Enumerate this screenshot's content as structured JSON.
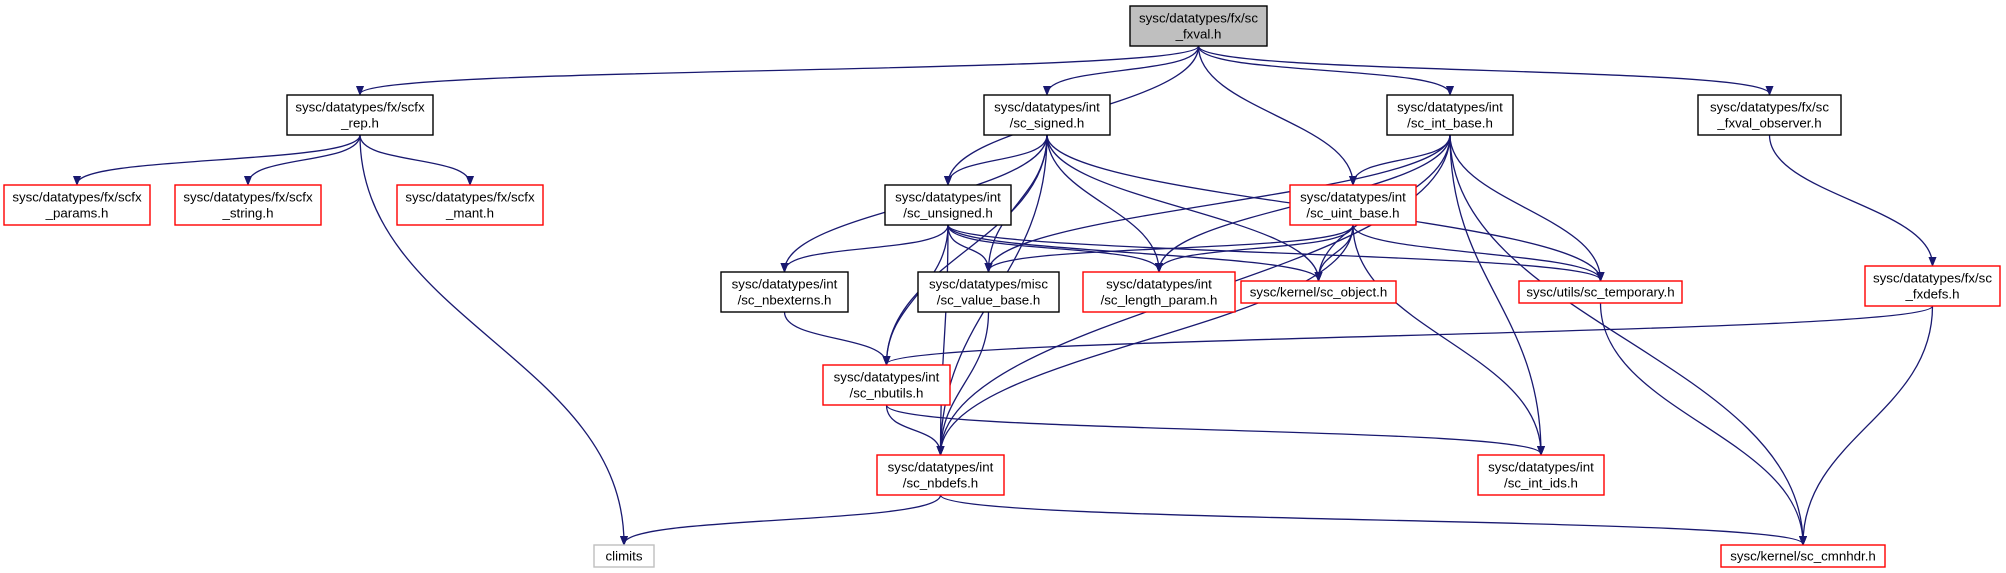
{
  "colors": {
    "root_fill": "#bfbfbf",
    "node_fill": "#ffffff",
    "border_black": "#000000",
    "border_red": "#ff0000",
    "border_gray": "#bfbfbf",
    "edge": "#191970"
  },
  "nodes": [
    {
      "id": "fxval",
      "lines": [
        "sysc/datatypes/fx/sc",
        "_fxval.h"
      ],
      "style": "root"
    },
    {
      "id": "scfx_rep",
      "lines": [
        "sysc/datatypes/fx/scfx",
        "_rep.h"
      ],
      "style": "black"
    },
    {
      "id": "sc_signed",
      "lines": [
        "sysc/datatypes/int",
        "/sc_signed.h"
      ],
      "style": "black"
    },
    {
      "id": "sc_int_base",
      "lines": [
        "sysc/datatypes/int",
        "/sc_int_base.h"
      ],
      "style": "black"
    },
    {
      "id": "fxval_obs",
      "lines": [
        "sysc/datatypes/fx/sc",
        "_fxval_observer.h"
      ],
      "style": "black"
    },
    {
      "id": "scfx_params",
      "lines": [
        "sysc/datatypes/fx/scfx",
        "_params.h"
      ],
      "style": "red"
    },
    {
      "id": "scfx_string",
      "lines": [
        "sysc/datatypes/fx/scfx",
        "_string.h"
      ],
      "style": "red"
    },
    {
      "id": "scfx_mant",
      "lines": [
        "sysc/datatypes/fx/scfx",
        "_mant.h"
      ],
      "style": "red"
    },
    {
      "id": "sc_unsigned",
      "lines": [
        "sysc/datatypes/int",
        "/sc_unsigned.h"
      ],
      "style": "black"
    },
    {
      "id": "sc_uint_base",
      "lines": [
        "sysc/datatypes/int",
        "/sc_uint_base.h"
      ],
      "style": "red"
    },
    {
      "id": "sc_fxdefs",
      "lines": [
        "sysc/datatypes/fx/sc",
        "_fxdefs.h"
      ],
      "style": "red"
    },
    {
      "id": "sc_nbexterns",
      "lines": [
        "sysc/datatypes/int",
        "/sc_nbexterns.h"
      ],
      "style": "black"
    },
    {
      "id": "sc_value_base",
      "lines": [
        "sysc/datatypes/misc",
        "/sc_value_base.h"
      ],
      "style": "black"
    },
    {
      "id": "sc_length_param",
      "lines": [
        "sysc/datatypes/int",
        "/sc_length_param.h"
      ],
      "style": "red"
    },
    {
      "id": "sc_object",
      "lines": [
        "sysc/kernel/sc_object.h"
      ],
      "style": "red"
    },
    {
      "id": "sc_temporary",
      "lines": [
        "sysc/utils/sc_temporary.h"
      ],
      "style": "red"
    },
    {
      "id": "sc_nbutils",
      "lines": [
        "sysc/datatypes/int",
        "/sc_nbutils.h"
      ],
      "style": "red"
    },
    {
      "id": "sc_nbdefs",
      "lines": [
        "sysc/datatypes/int",
        "/sc_nbdefs.h"
      ],
      "style": "red"
    },
    {
      "id": "sc_int_ids",
      "lines": [
        "sysc/datatypes/int",
        "/sc_int_ids.h"
      ],
      "style": "red"
    },
    {
      "id": "climits",
      "lines": [
        "climits"
      ],
      "style": "gray"
    },
    {
      "id": "sc_cmnhdr",
      "lines": [
        "sysc/kernel/sc_cmnhdr.h"
      ],
      "style": "red"
    }
  ],
  "edges": [
    [
      "fxval",
      "scfx_rep"
    ],
    [
      "fxval",
      "sc_signed"
    ],
    [
      "fxval",
      "sc_unsigned"
    ],
    [
      "fxval",
      "sc_int_base"
    ],
    [
      "fxval",
      "sc_uint_base"
    ],
    [
      "fxval",
      "fxval_obs"
    ],
    [
      "scfx_rep",
      "scfx_params"
    ],
    [
      "scfx_rep",
      "scfx_string"
    ],
    [
      "scfx_rep",
      "scfx_mant"
    ],
    [
      "scfx_rep",
      "climits"
    ],
    [
      "sc_signed",
      "sc_unsigned"
    ],
    [
      "sc_signed",
      "sc_nbexterns"
    ],
    [
      "sc_signed",
      "sc_value_base"
    ],
    [
      "sc_signed",
      "sc_length_param"
    ],
    [
      "sc_signed",
      "sc_object"
    ],
    [
      "sc_signed",
      "sc_temporary"
    ],
    [
      "sc_signed",
      "sc_nbutils"
    ],
    [
      "sc_signed",
      "sc_nbdefs"
    ],
    [
      "sc_unsigned",
      "sc_nbexterns"
    ],
    [
      "sc_unsigned",
      "sc_value_base"
    ],
    [
      "sc_unsigned",
      "sc_length_param"
    ],
    [
      "sc_unsigned",
      "sc_object"
    ],
    [
      "sc_unsigned",
      "sc_temporary"
    ],
    [
      "sc_unsigned",
      "sc_nbutils"
    ],
    [
      "sc_unsigned",
      "sc_nbdefs"
    ],
    [
      "sc_int_base",
      "sc_uint_base"
    ],
    [
      "sc_int_base",
      "sc_value_base"
    ],
    [
      "sc_int_base",
      "sc_length_param"
    ],
    [
      "sc_int_base",
      "sc_object"
    ],
    [
      "sc_int_base",
      "sc_temporary"
    ],
    [
      "sc_int_base",
      "sc_nbdefs"
    ],
    [
      "sc_int_base",
      "sc_int_ids"
    ],
    [
      "sc_int_base",
      "sc_cmnhdr"
    ],
    [
      "sc_uint_base",
      "sc_value_base"
    ],
    [
      "sc_uint_base",
      "sc_length_param"
    ],
    [
      "sc_uint_base",
      "sc_object"
    ],
    [
      "sc_uint_base",
      "sc_temporary"
    ],
    [
      "sc_uint_base",
      "sc_nbdefs"
    ],
    [
      "sc_uint_base",
      "sc_int_ids"
    ],
    [
      "fxval_obs",
      "sc_fxdefs"
    ],
    [
      "sc_fxdefs",
      "sc_nbutils"
    ],
    [
      "sc_fxdefs",
      "sc_cmnhdr"
    ],
    [
      "sc_nbexterns",
      "sc_nbutils"
    ],
    [
      "sc_value_base",
      "sc_nbdefs"
    ],
    [
      "sc_temporary",
      "sc_cmnhdr"
    ],
    [
      "sc_nbutils",
      "sc_nbdefs"
    ],
    [
      "sc_nbutils",
      "sc_int_ids"
    ],
    [
      "sc_nbdefs",
      "climits"
    ],
    [
      "sc_nbdefs",
      "sc_cmnhdr"
    ]
  ]
}
